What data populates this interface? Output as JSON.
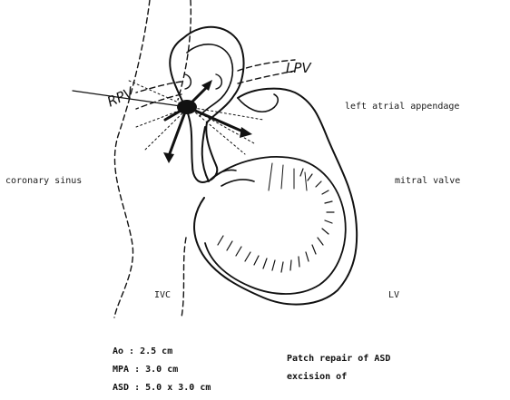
{
  "colors": {
    "ink": "#111111",
    "background": "#ffffff"
  },
  "labels": {
    "lpv": "LPV",
    "rpv": "RPV",
    "left_atrial_appendage": "left atrial appendage",
    "coronary_sinus": "coronary sinus",
    "mitral_valve": "mitral valve",
    "ivc": "IVC",
    "lv": "LV"
  },
  "measurements": {
    "ao": "Ao : 2.5 cm",
    "mpa": "MPA : 3.0 cm",
    "asd": "ASD : 5.0 x 3.0 cm"
  },
  "procedure": {
    "line1": "Patch repair of ASD",
    "line2": "excision of"
  }
}
